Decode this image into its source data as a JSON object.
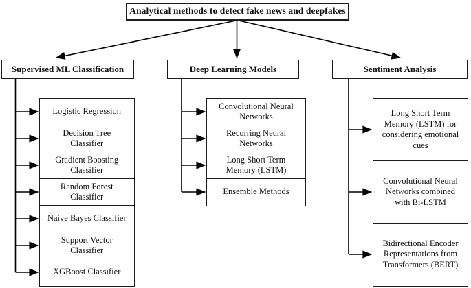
{
  "root": {
    "label": "Analytical methods to detect fake news and deepfakes"
  },
  "columns": [
    {
      "label": "Supervised ML Classification",
      "items": [
        "Logistic Regression",
        "Decision Tree\nClassifier",
        "Gradient Boosting\nClassifier",
        "Random Forest\nClassifier",
        "Naive Bayes Classifier",
        "Support Vector\nClassifier",
        "XGBoost Classifier"
      ]
    },
    {
      "label": "Deep Learning Models",
      "items": [
        "Convolutional Neural\nNetworks",
        "Recurring Neural\nNetworks",
        "Long Short Term\nMemory (LSTM)",
        "Ensemble Methods"
      ]
    },
    {
      "label": "Sentiment Analysis",
      "items": [
        "Long Short Term\nMemory (LSTM) for\nconsidering emotional\ncues",
        "Convolutional Neural\nNetworks combined\nwith Bi-LSTM",
        "Bidirectional Encoder\nRepresentations from\nTransformers (BERT)"
      ]
    }
  ],
  "colors": {
    "background": "#ffffff",
    "box_border": "#1c1c1c",
    "connector": "#000000",
    "text": "#111111"
  }
}
